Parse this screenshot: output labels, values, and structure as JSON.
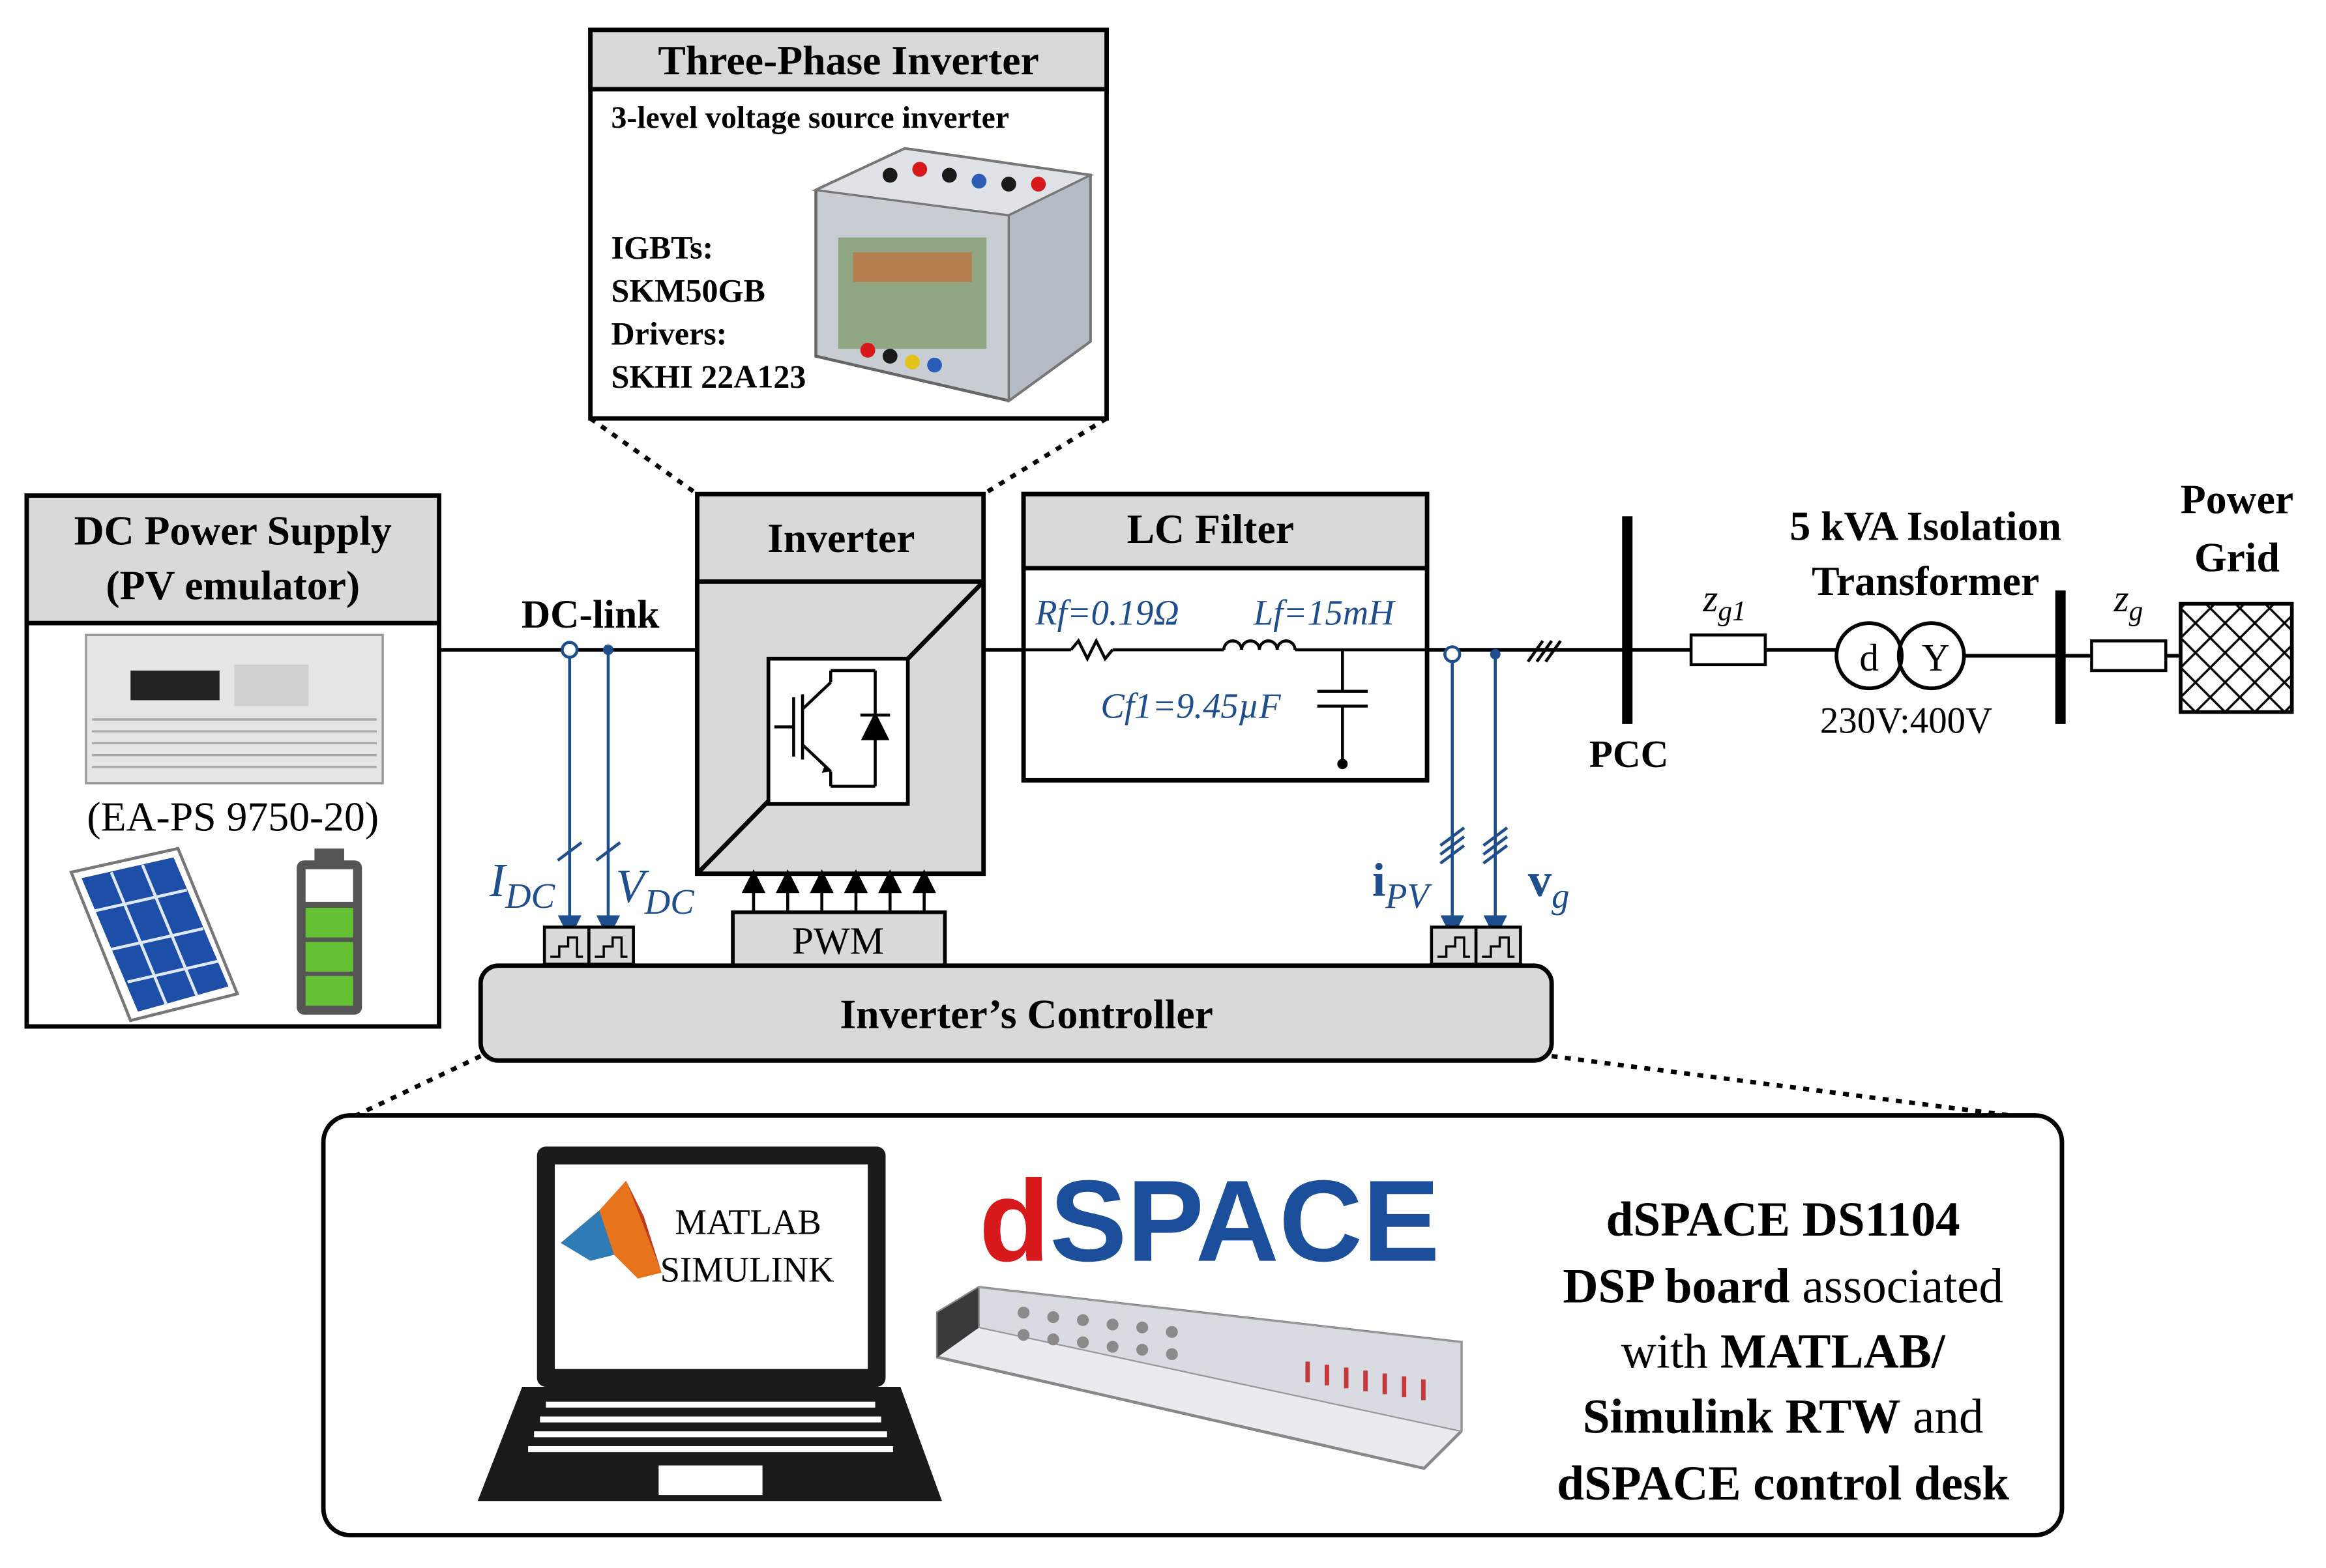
{
  "inverter_detail": {
    "title": "Three-Phase Inverter",
    "subtitle": "3-level voltage source inverter",
    "line1": "IGBTs:",
    "line2": "SKM50GB",
    "line3": "Drivers:",
    "line4": "SKHI 22A123"
  },
  "dc_supply": {
    "title1": "DC Power Supply",
    "title2": "(PV emulator)",
    "model": "(EA-PS 9750-20)"
  },
  "dc_link": "DC-link",
  "inverter": {
    "title": "Inverter"
  },
  "lc_filter": {
    "title": "LC Filter",
    "rf": "Rf=0.19Ω",
    "lf": "Lf=15mH",
    "cf": "Cf1=9.45µF"
  },
  "measurements": {
    "idc": "IDC",
    "vdc": "VDC",
    "ipv": "iPV",
    "vg": "vg"
  },
  "pwm": "PWM",
  "pcc": "PCC",
  "zg1": "zg1",
  "zg": "zg",
  "transformer": {
    "line1": "5 kVA Isolation",
    "line2": "Transformer",
    "ratio": "230V:400V",
    "delta": "d",
    "wye": "Y"
  },
  "grid": {
    "line1": "Power",
    "line2": "Grid"
  },
  "controller": "Inverter’s Controller",
  "dspace_panel": {
    "matlab": "MATLAB",
    "simulink": "SIMULINK",
    "dspace_logo": "dSPACE",
    "desc1": "dSPACE DS1104",
    "desc2a": "DSP board",
    "desc2b": " associated",
    "desc3a": "with ",
    "desc3b": "MATLAB/",
    "desc4a": "Simulink RTW",
    "desc4b": " and",
    "desc5": "dSPACE control desk"
  },
  "colors": {
    "accent_blue": "#1f4e8c",
    "box_gray": "#d9d9d9",
    "dspace_red": "#d7191c",
    "dspace_blue": "#1b4f9c"
  }
}
